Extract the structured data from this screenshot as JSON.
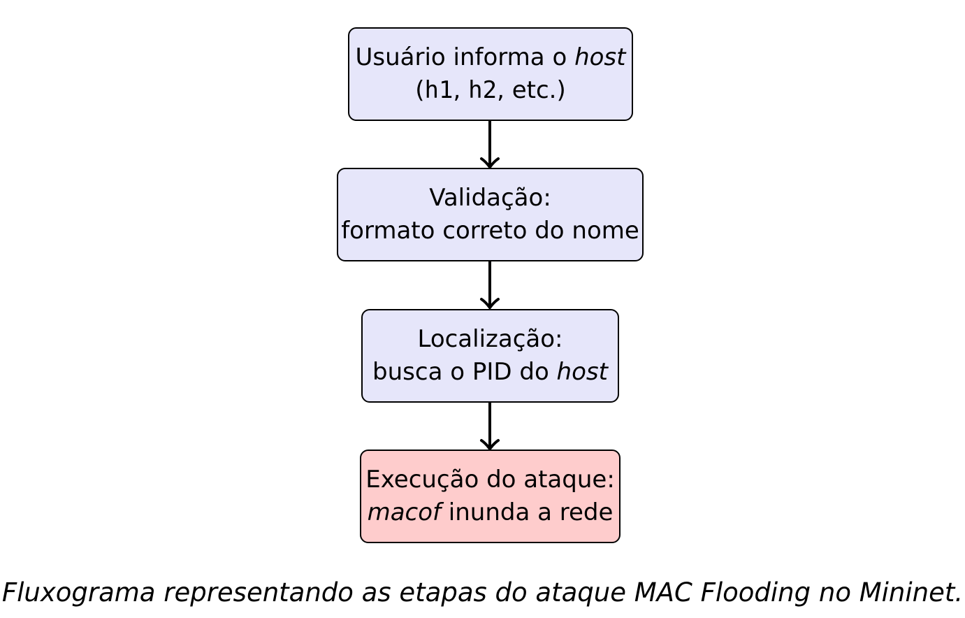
{
  "diagram": {
    "nodes": [
      {
        "id": "input",
        "line1_prefix": "Usuário informa o ",
        "line1_em": "host",
        "line2_open": "(",
        "line2_code1": "h1",
        "line2_sep1": ", ",
        "line2_code2": "h2",
        "line2_rest": ", etc.)",
        "fill": "#e6e6fa"
      },
      {
        "id": "validation",
        "line1": "Validação:",
        "line2": "formato correto do nome",
        "fill": "#e6e6fa"
      },
      {
        "id": "localization",
        "line1": "Localização:",
        "line2_prefix": "busca o PID do ",
        "line2_em": "host",
        "fill": "#e6e6fa"
      },
      {
        "id": "execution",
        "line1": "Execução do ataque:",
        "line2_em": "macof",
        "line2_rest": " inunda a rede",
        "fill": "#fecccc"
      }
    ],
    "edges": [
      {
        "from": "input",
        "to": "validation"
      },
      {
        "from": "validation",
        "to": "localization"
      },
      {
        "from": "localization",
        "to": "execution"
      }
    ]
  },
  "caption": "Fluxograma representando as etapas do ataque MAC Flooding no Mininet."
}
